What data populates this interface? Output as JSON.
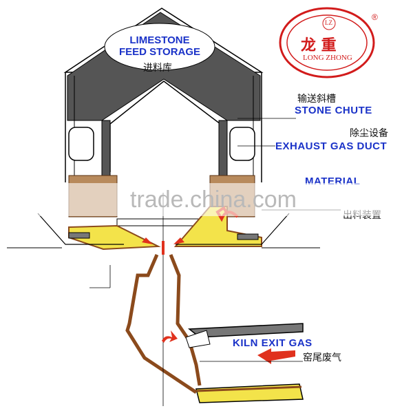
{
  "labels": {
    "storage_en_line1": "LIMESTONE",
    "storage_en_line2": "FEED STORAGE",
    "storage_cn": "进料库",
    "chute_cn": "输送斜槽",
    "chute_en": "STONE CHUTE",
    "exhaust_cn": "除尘设备",
    "exhaust_en": "EXHAUST GAS DUCT",
    "material_en": "MATERIAL",
    "material_cn": "出料装置",
    "kiln_en": "KILN EXIT GAS",
    "kiln_cn": "窑尾废气"
  },
  "logo": {
    "mark": "LZ",
    "cn": "龙 重",
    "en": "LONG ZHONG",
    "registered": "®"
  },
  "watermark": "trade.china.com",
  "colors": {
    "label_blue": "#1a32c8",
    "logo_red": "#d21b1b",
    "hopper_gray": "#555555",
    "kiln_wall_brown": "#8b4a1c",
    "material_yellow": "#f3e34a",
    "flow_arrow_red": "#e0311d"
  }
}
